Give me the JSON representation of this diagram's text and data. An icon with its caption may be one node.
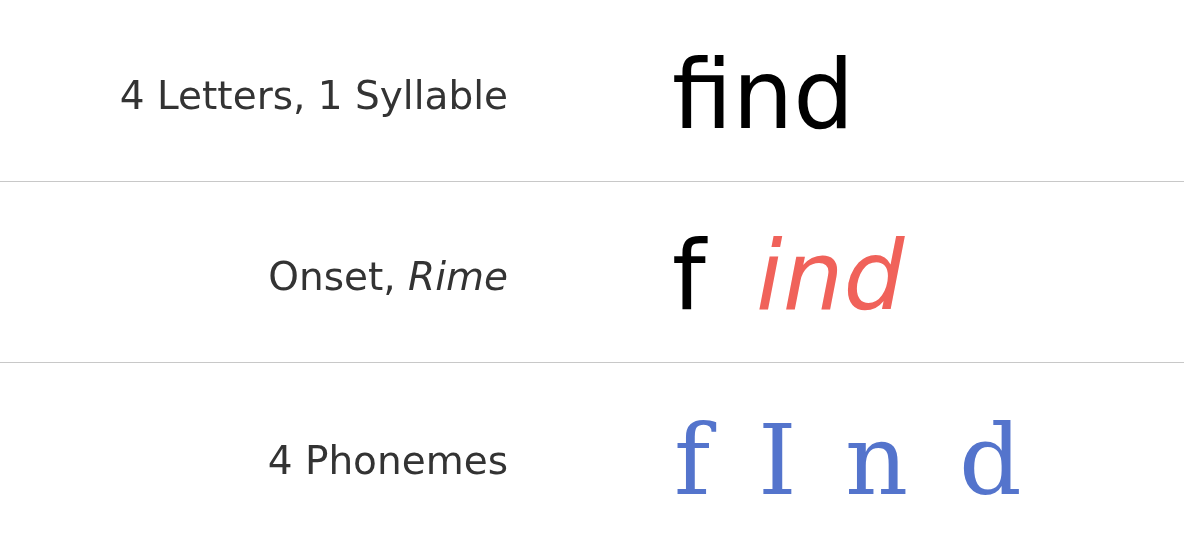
{
  "diagram": {
    "labels": [
      "4 Letters, 1 Syllable",
      "find",
      "Onset, *Rime*",
      "f",
      "ind",
      "4 Phonemes",
      "f",
      "I",
      "n",
      "d"
    ]
  }
}
